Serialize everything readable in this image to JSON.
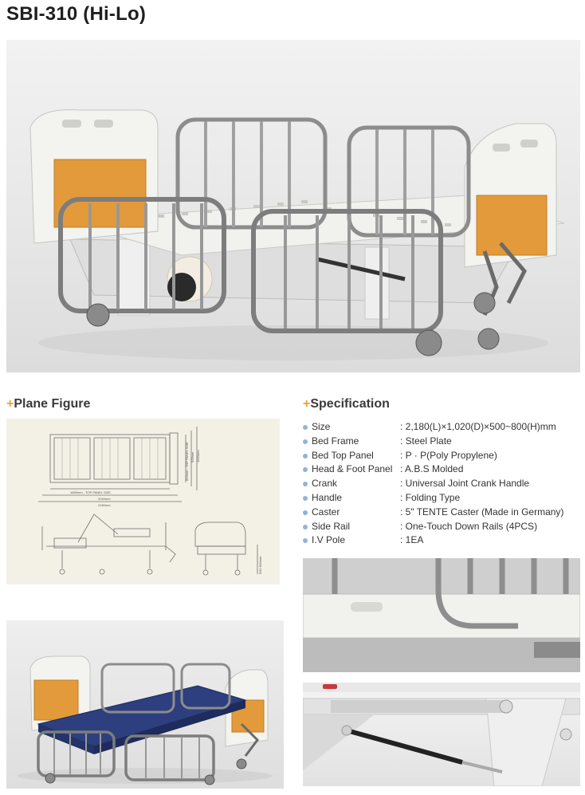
{
  "page": {
    "title": "SBI-310 (Hi-Lo)"
  },
  "sections": {
    "plane_figure": {
      "plus": "+",
      "label": "Plane Figure"
    },
    "specification": {
      "plus": "+",
      "label": "Specification"
    }
  },
  "drawing_labels": {
    "top_width_1": "1650mm - TOP PANEL SIZE",
    "top_width_2": "2040mm",
    "top_width_3": "2180mm",
    "side_1": "820mm - TOP PANEL SIZE",
    "side_2": "900mm",
    "side_3": "1020mm",
    "height_range": "500~800mm"
  },
  "specs": [
    {
      "label": "Size",
      "value": ": 2,180(L)×1,020(D)×500~800(H)mm"
    },
    {
      "label": "Bed Frame",
      "value": ": Steel Plate"
    },
    {
      "label": "Bed Top Panel",
      "value": ": P · P(Poly Propylene)"
    },
    {
      "label": "Head & Foot Panel",
      "value": ": A.B.S Molded"
    },
    {
      "label": "Crank",
      "value": ": Universal Joint Crank Handle"
    },
    {
      "label": "Handle",
      "value": ": Folding Type"
    },
    {
      "label": "Caster",
      "value": ": 5\" TENTE Caster (Made in Germany)"
    },
    {
      "label": "Side Rail",
      "value": ": One-Touch Down Rails (4PCS)"
    },
    {
      "label": "I.V Pole",
      "value": ": 1EA"
    }
  ],
  "colors": {
    "accent": "#e8a23a",
    "bullet": "#8fb4d8",
    "panel_wood": "#e39a3a",
    "frame_white": "#f3f3f0",
    "mattress_blue": "#2d3f7e"
  }
}
